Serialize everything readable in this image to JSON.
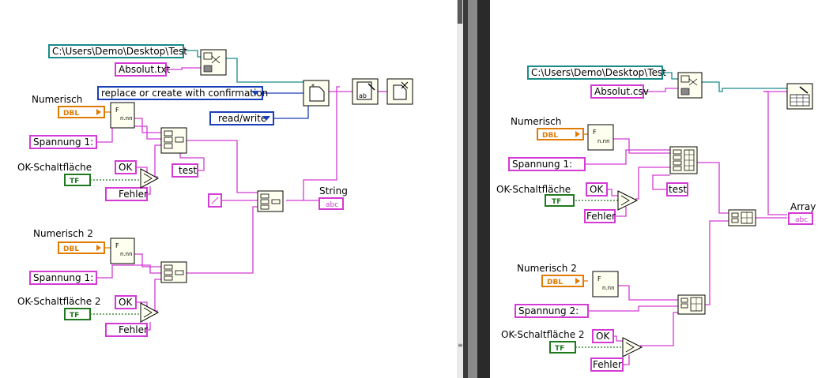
{
  "left": {
    "path_const": "C:\\Users\\Demo\\Desktop\\Test",
    "file_const": "Absolut.txt",
    "enum_mode": "replace or create with confirmation",
    "enum_access": "read/write",
    "label_num1": "Numerisch",
    "label_span1": "Spannung 1:",
    "label_ok1": "OK-Schaltfläche",
    "const_ok1": "OK",
    "const_fehler1": "Fehler",
    "const_test": "test",
    "label_string": "String",
    "label_num2": "Numerisch 2",
    "label_span2": "Spannung 1:",
    "label_ok2": "OK-Schaltfläche 2",
    "const_ok2": "OK",
    "const_fehler2": "Fehler",
    "dbl_tag": "DBL",
    "tf_tag": "TF",
    "abc_tag": "abc"
  },
  "right": {
    "path_const": "C:\\Users\\Demo\\Desktop\\Test",
    "file_const": "Absolut.csv",
    "label_num1": "Numerisch",
    "label_span1": "Spannung 1:",
    "label_ok1": "OK-Schaltfläche",
    "const_ok1": "OK",
    "const_fehler1": "Fehler",
    "const_test": "test",
    "label_array": "Array",
    "label_num2": "Numerisch 2",
    "label_span2": "Spannung 2:",
    "label_ok2": "OK-Schaltfläche 2",
    "const_ok2": "OK",
    "const_fehler2": "Fehler",
    "dbl_tag": "DBL",
    "tf_tag": "TF",
    "abc_tag": "abc"
  },
  "colors": {
    "string": "#d43ad4",
    "path": "#1a8a8a",
    "enum": "#1a3fb8",
    "boolean": "#1f7a1f",
    "numeric": "#e07a00",
    "splitter": "#2a2a2a"
  }
}
